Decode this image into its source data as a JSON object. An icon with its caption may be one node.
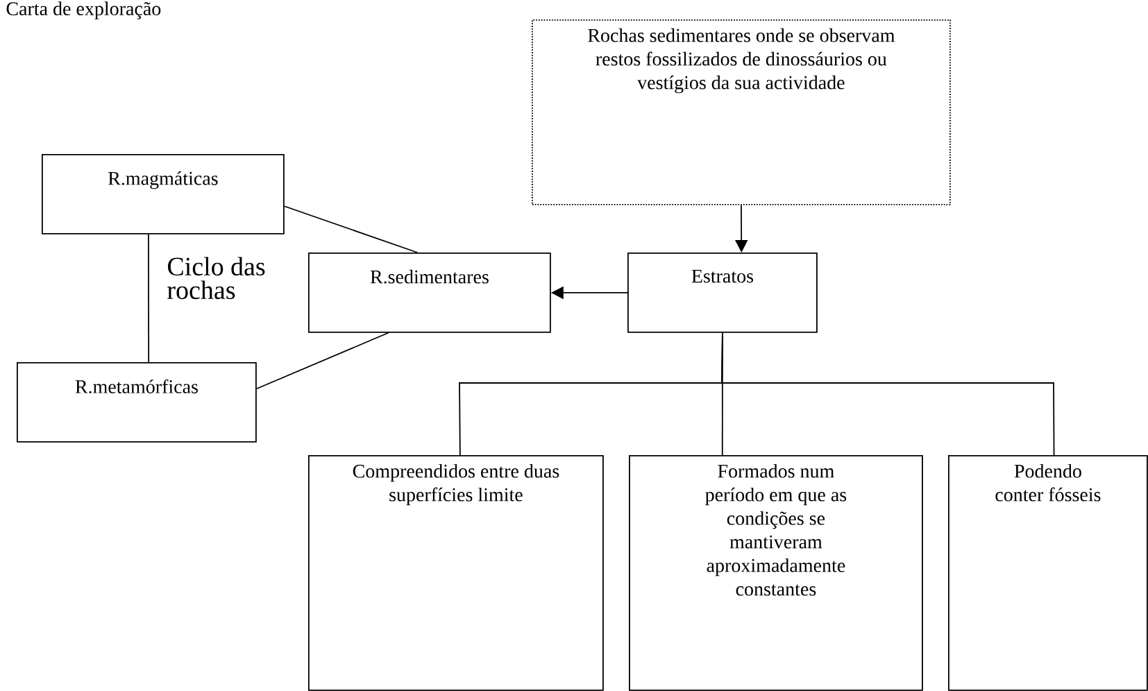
{
  "diagram": {
    "title": "Carta de exploração",
    "nodes": [
      {
        "text": [
          "Rochas sedimentares onde se observam restos fossilizados de dinossáurios ou vestígios da sua actividade"
        ]
      },
      {
        "text": [
          "R.magmáticas"
        ]
      },
      {
        "text": [
          "R.sedimentares"
        ]
      },
      {
        "text": [
          "Estratos"
        ]
      },
      {
        "text": [
          "R.metamórficas"
        ]
      },
      {
        "text": [
          "Compreendidos entre duas superfícies limite"
        ]
      },
      {
        "text": [
          "Formados num período em que as condições se mantiveram aproximadamente constantes"
        ]
      },
      {
        "text": [
          "Podendo conter fósseis"
        ]
      }
    ],
    "edges": [
      {
        "from": 0,
        "to": 3,
        "arrow": "to"
      },
      {
        "from": 3,
        "to": 2,
        "arrow": "to"
      },
      {
        "from": 1,
        "to": 2,
        "arrow": "none"
      },
      {
        "from": 1,
        "to": 4,
        "arrow": "none"
      },
      {
        "from": 4,
        "to": 2,
        "arrow": "none"
      },
      {
        "from": 3,
        "to": 5,
        "arrow": "none"
      },
      {
        "from": 3,
        "to": 6,
        "arrow": "none"
      },
      {
        "from": 3,
        "to": 7,
        "arrow": "none"
      }
    ],
    "labels": [
      "Ciclo das rochas"
    ]
  }
}
